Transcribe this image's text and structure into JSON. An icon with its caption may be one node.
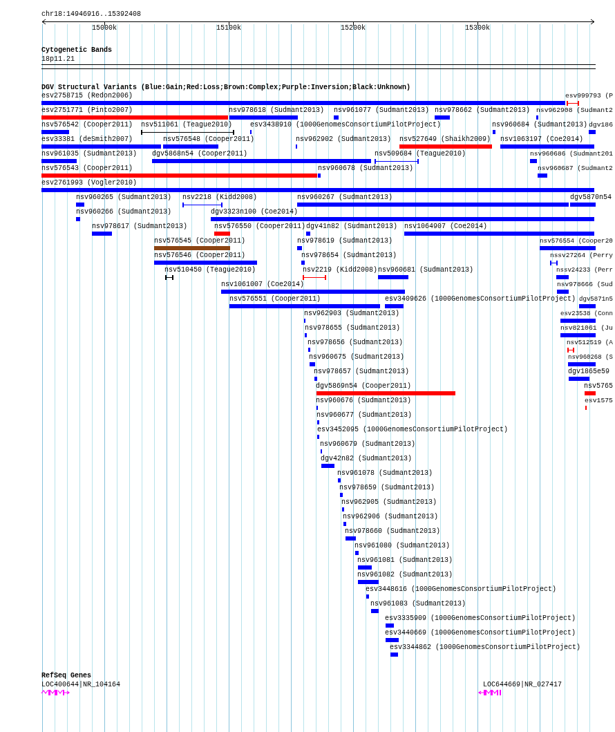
{
  "diagram": {
    "labels": [
      "chr18:14946916..15392408",
      "15000k",
      "15100k",
      "15200k",
      "15300k",
      "Cytogenetic Bands",
      "18p11.21",
      "DGV Structural Variants (Blue:Gain;Red:Loss;Brown:Complex;Purple:Inversion;Black:Unknown)",
      "esv2758715 (Redon2006)",
      "esv999793 (P",
      "esv2751771 (Pinto2007)",
      "nsv978618 (Sudmant2013)",
      "nsv961077 (Sudmant2013)",
      "nsv978662 (Sudmant2013)",
      "nsv962908 (Sudmant2",
      "nsv576542 (Cooper2011)",
      "nsv511061 (Teague2010)",
      "esv3438910 (1000GenomesConsortiumPilotProject)",
      "nsv960684 (Sudmant2013)",
      "dgv186",
      "esv33381 (deSmith2007)",
      "nsv576548 (Cooper2011)",
      "nsv962902 (Sudmant2013)",
      "nsv527649 (Shaikh2009)",
      "nsv1063197 (Coe2014)",
      "nsv961035 (Sudmant2013)",
      "dgv5868n54 (Cooper2011)",
      "nsv509684 (Teague2010)",
      "nsv960686 (Sudmant201",
      "nsv576543 (Cooper2011)",
      "nsv960678 (Sudmant2013)",
      "nsv960687 (Sudmant2",
      "esv2761993 (Vogler2010)",
      "nsv960265 (Sudmant2013)",
      "nsv2218 (Kidd2008)",
      "nsv960267 (Sudmant2013)",
      "dgv5870n54",
      "nsv960266 (Sudmant2013)",
      "dgv3323n100 (Coe2014)",
      "nsv978617 (Sudmant2013)",
      "nsv576550 (Cooper2011)",
      "dgv41n82 (Sudmant2013)",
      "nsv1064907 (Coe2014)",
      "nsv576545 (Cooper2011)",
      "nsv978619 (Sudmant2013)",
      "nsv576554 (Cooper20",
      "nsv576546 (Cooper2011)",
      "nsv978654 (Sudmant2013)",
      "nssv27264 (Perry",
      "nsv510450 (Teague2010)",
      "nsv2219 (Kidd2008)",
      "nsv960681 (Sudmant2013)",
      "nssv24233 (Perr",
      "nsv1061007 (Coe2014)",
      "nsv978666 (Sud",
      "nsv576551 (Cooper2011)",
      "esv3409626 (1000GenomesConsortiumPilotProject)",
      "dgv5871n5",
      "nsv962903 (Sudmant2013)",
      "esv23538 (Conn",
      "nsv978655 (Sudmant2013)",
      "nsv821061 (Ju",
      "nsv978656 (Sudmant2013)",
      "nsv512519 (A",
      "nsv960675 (Sudmant2013)",
      "nsv960268 (S",
      "nsv978657 (Sudmant2013)",
      "dgv1865e59",
      "dgv5869n54 (Cooper2011)",
      "nsv5765",
      "nsv960676 (Sudmant2013)",
      "esv1575",
      "nsv960677 (Sudmant2013)",
      "esv3452095 (1000GenomesConsortiumPilotProject)",
      "nsv960679 (Sudmant2013)",
      "dgv42n82 (Sudmant2013)",
      "nsv961078 (Sudmant2013)",
      "nsv978659 (Sudmant2013)",
      "nsv962905 (Sudmant2013)",
      "nsv962906 (Sudmant2013)",
      "nsv978660 (Sudmant2013)",
      "nsv961080 (Sudmant2013)",
      "nsv961081 (Sudmant2013)",
      "nsv961082 (Sudmant2013)",
      "esv3448616 (1000GenomesConsortiumPilotProject)",
      "nsv961083 (Sudmant2013)",
      "esv3335909 (1000GenomesConsortiumPilotProject)",
      "esv3440669 (1000GenomesConsortiumPilotProject)",
      "esv3344862 (1000GenomesConsortiumPilotProject)",
      "RefSeq Genes",
      "LOC400644|NR_104164",
      "LOC644669|NR_027417"
    ]
  }
}
